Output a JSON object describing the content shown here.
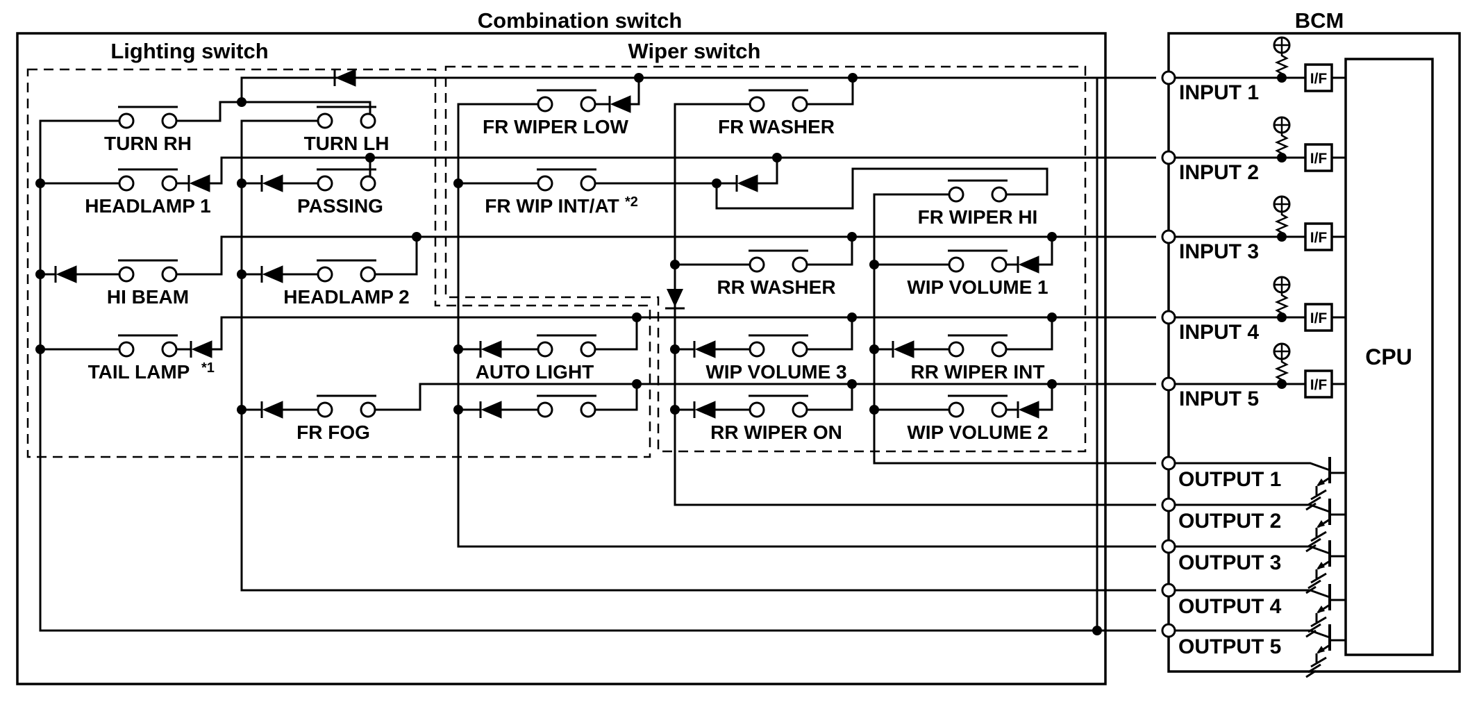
{
  "titles": {
    "combination": "Combination switch",
    "bcm": "BCM",
    "lighting": "Lighting switch",
    "wiper": "Wiper switch"
  },
  "switches": {
    "turn_rh": "TURN RH",
    "turn_lh": "TURN LH",
    "headlamp1": "HEADLAMP 1",
    "passing": "PASSING",
    "hi_beam": "HI BEAM",
    "headlamp2": "HEADLAMP 2",
    "tail_lamp": "TAIL LAMP",
    "tail_lamp_note": "*1",
    "fr_fog": "FR FOG",
    "fr_wiper_low": "FR WIPER LOW",
    "fr_washer": "FR WASHER",
    "fr_wip_int": "FR WIP INT/AT",
    "fr_wip_int_note": "*2",
    "fr_wiper_hi": "FR WIPER HI",
    "rr_washer": "RR WASHER",
    "wip_volume_1": "WIP VOLUME 1",
    "auto_light": "AUTO LIGHT",
    "wip_volume_3": "WIP VOLUME 3",
    "rr_wiper_int": "RR WIPER INT",
    "rr_wiper_on": "RR WIPER ON",
    "wip_volume_2": "WIP VOLUME 2"
  },
  "bcm": {
    "cpu": "CPU",
    "if_label": "I/F",
    "inputs": [
      "INPUT 1",
      "INPUT 2",
      "INPUT 3",
      "INPUT 4",
      "INPUT 5"
    ],
    "outputs": [
      "OUTPUT 1",
      "OUTPUT 2",
      "OUTPUT 3",
      "OUTPUT 4",
      "OUTPUT 5"
    ]
  },
  "colors": {
    "line": "#000000",
    "background": "#ffffff"
  }
}
